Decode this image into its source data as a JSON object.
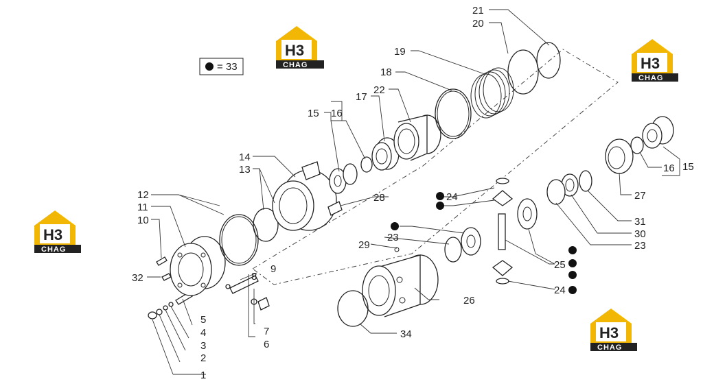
{
  "legend": {
    "symbol": "●",
    "text": "= 33"
  },
  "watermark": {
    "main": "H3",
    "sub": "CHAG"
  },
  "callouts": {
    "c1": "1",
    "c2": "2",
    "c3": "3",
    "c4": "4",
    "c5": "5",
    "c6": "6",
    "c7": "7",
    "c8": "8",
    "c9": "9",
    "c10": "10",
    "c11": "11",
    "c12": "12",
    "c13": "13",
    "c14": "14",
    "c15a": "15",
    "c15b": "15",
    "c16a": "16",
    "c16b": "16",
    "c17": "17",
    "c18": "18",
    "c19": "19",
    "c20": "20",
    "c21": "21",
    "c22": "22",
    "c23a": "23",
    "c23b": "23",
    "c24a": "24",
    "c24b": "24",
    "c25": "25",
    "c26": "26",
    "c27": "27",
    "c28": "28",
    "c29": "29",
    "c30": "30",
    "c31": "31",
    "c32": "32",
    "c34": "34"
  },
  "colors": {
    "logo_yellow": "#f2b705",
    "logo_dark": "#222222",
    "line": "#333333"
  }
}
